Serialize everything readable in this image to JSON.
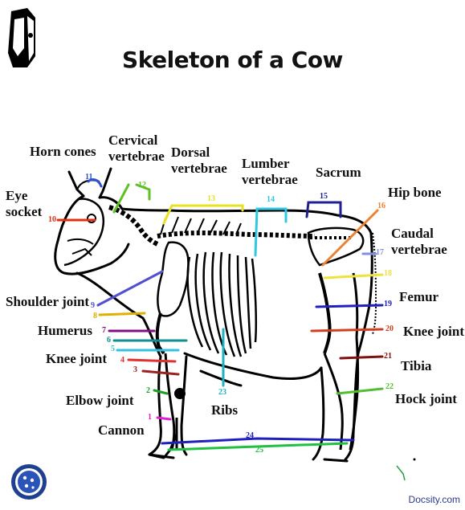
{
  "title": "Skeleton of a Cow",
  "labels": {
    "eye_socket": [
      "Eye",
      "socket"
    ],
    "horn_cones": "Horn cones",
    "cervical_vertebrae": [
      "Cervical",
      "vertebrae"
    ],
    "dorsal_vertebrae": [
      "Dorsal",
      "vertebrae"
    ],
    "lumber_vertebrae": [
      "Lumber",
      "vertebrae"
    ],
    "sacrum": "Sacrum",
    "hip_bone": "Hip bone",
    "caudal_vertebrae": [
      "Caudal",
      "vertebrae"
    ],
    "shoulder_joint": "Shoulder joint",
    "humerus": "Humerus",
    "knee_joint_front": "Knee joint",
    "elbow_joint": "Elbow joint",
    "cannon": "Cannon",
    "ribs": "Ribs",
    "femur": "Femur",
    "knee_joint_rear": "Knee joint",
    "tibia": "Tibia",
    "hock_joint": "Hock joint"
  },
  "numbers": [
    "1",
    "2",
    "3",
    "4",
    "5",
    "6",
    "7",
    "8",
    "9",
    "10",
    "11",
    "12",
    "13",
    "14",
    "15",
    "16",
    "17",
    "18",
    "19",
    "20",
    "21",
    "22",
    "23",
    "24",
    "25"
  ],
  "colors": {
    "c1": "#e020d0",
    "c2": "#20a020",
    "c3": "#a02020",
    "c4": "#e03030",
    "c5": "#30c0e0",
    "c6": "#109090",
    "c7": "#801080",
    "c8": "#e0b000",
    "c9": "#5050d0",
    "c10": "#e03010",
    "c11": "#3050d0",
    "c12": "#60c020",
    "c13": "#e8e020",
    "c14": "#30c8e0",
    "c15": "#202090",
    "c16": "#f08030",
    "c17": "#8090e0",
    "c18": "#f0e040",
    "c19": "#2020c0",
    "c20": "#d04020",
    "c21": "#801010",
    "c22": "#50c030",
    "c23": "#20b0c0",
    "c24": "#2020c0",
    "c25": "#20c040"
  },
  "footer": "Docsity.com",
  "icons": {
    "top_logo": "cow-head-icon",
    "bottom_logo": "cell-icon"
  }
}
